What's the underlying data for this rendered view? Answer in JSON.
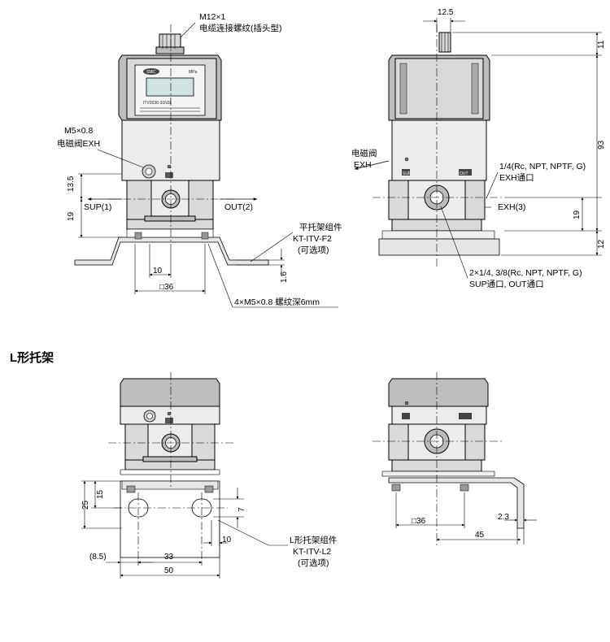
{
  "heading": "L形托架",
  "labels": {
    "m12": "M12×1",
    "cable_connector": "电缆连接螺纹(插头型)",
    "m5": "M5×0.8",
    "solenoid_exh": "电磁阀EXH",
    "sup1": "SUP(1)",
    "out2": "OUT(2)",
    "flat_bracket": "平托架组件",
    "flat_bracket_model": "KT-ITV-F2",
    "optional": "(可选项)",
    "screw_holes": "4×M5×0.8 螺纹深6mm",
    "solenoid_valve": "电磁阀",
    "exh": "EXH",
    "exh_port_spec": "1/4(Rc, NPT, NPTF, G)",
    "exh_port": "EXH通口",
    "exh3": "EXH(3)",
    "sup_out_spec": "2×1/4, 3/8(Rc, NPT, NPTF, G)",
    "sup_out_port": "SUP通口, OUT通口",
    "l_bracket": "L形托架组件",
    "l_bracket_model": "KT-ITV-L2",
    "optional2": "(可选项)"
  },
  "dimensions": {
    "d12_5": "12.5",
    "d11": "11",
    "d93": "93",
    "d13_5": "13.5",
    "d19_left": "19",
    "d19_right": "19",
    "d12": "12",
    "d10_top": "10",
    "d1_6": "1.6",
    "d36_top": "□36",
    "d15": "15",
    "d25": "25",
    "d7": "7",
    "d10_bottom": "10",
    "d8_5": "(8.5)",
    "d33": "33",
    "d50": "50",
    "d36_bottom": "□36",
    "d2_3": "2.3",
    "d45": "45"
  },
  "panel_text": {
    "brand": "SMC",
    "units": "MPa",
    "model": "ITV2030-31N3L",
    "port_out": "OUT",
    "port_sup": "SUP"
  }
}
